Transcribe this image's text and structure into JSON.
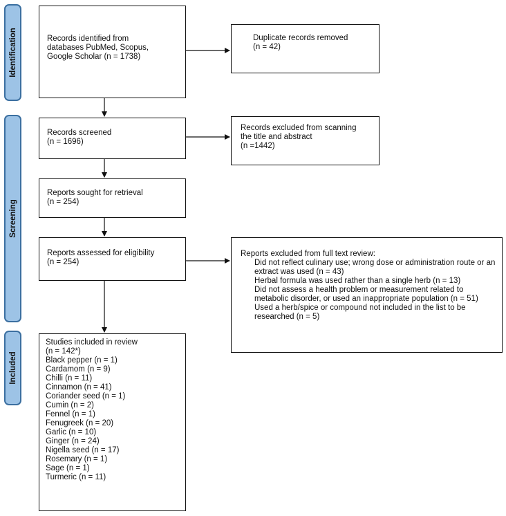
{
  "phases": {
    "identification": "Identification",
    "screening": "Screening",
    "included": "Included"
  },
  "identified": {
    "text": "Records identified from\ndatabases PubMed, Scopus,\nGoogle Scholar (n = 1738)"
  },
  "duplicates": {
    "text": "Duplicate records removed\n(n = 42)"
  },
  "screened": {
    "text": "Records screened\n(n = 1696)"
  },
  "excluded_title": {
    "text": "Records excluded from scanning\nthe title and abstract\n(n =1442)"
  },
  "sought": {
    "text": "Reports sought for retrieval\n(n = 254)"
  },
  "assessed": {
    "text": "Reports assessed for eligibility\n(n = 254)"
  },
  "excluded_full": {
    "heading": "Reports excluded from full text review:",
    "items": [
      "Did not reflect culinary use; wrong dose or administration route or an extract was used (n = 43)",
      "Herbal formula was used rather than a single herb (n = 13)",
      "Did not assess a health problem or measurement related to metabolic disorder, or used an inappropriate population (n = 51)",
      "Used a herb/spice or compound not included in the list to be researched (n = 5)"
    ]
  },
  "included": {
    "heading": "Studies included in review\n(n = 142*)",
    "items": [
      "Black pepper (n = 1)",
      "Cardamom (n = 9)",
      "Chilli (n = 11)",
      "Cinnamon (n = 41)",
      "Coriander seed (n = 1)",
      "Cumin (n = 2)",
      "Fennel (n = 1)",
      "Fenugreek (n = 20)",
      "Garlic (n = 10)",
      "Ginger (n = 24)",
      "Nigella seed (n = 17)",
      "Rosemary (n = 1)",
      "Sage (n = 1)",
      "Turmeric (n = 11)"
    ]
  },
  "colors": {
    "phase_fill": "#9dc3e6",
    "phase_border": "#3b6fa0",
    "box_border": "#111111"
  }
}
